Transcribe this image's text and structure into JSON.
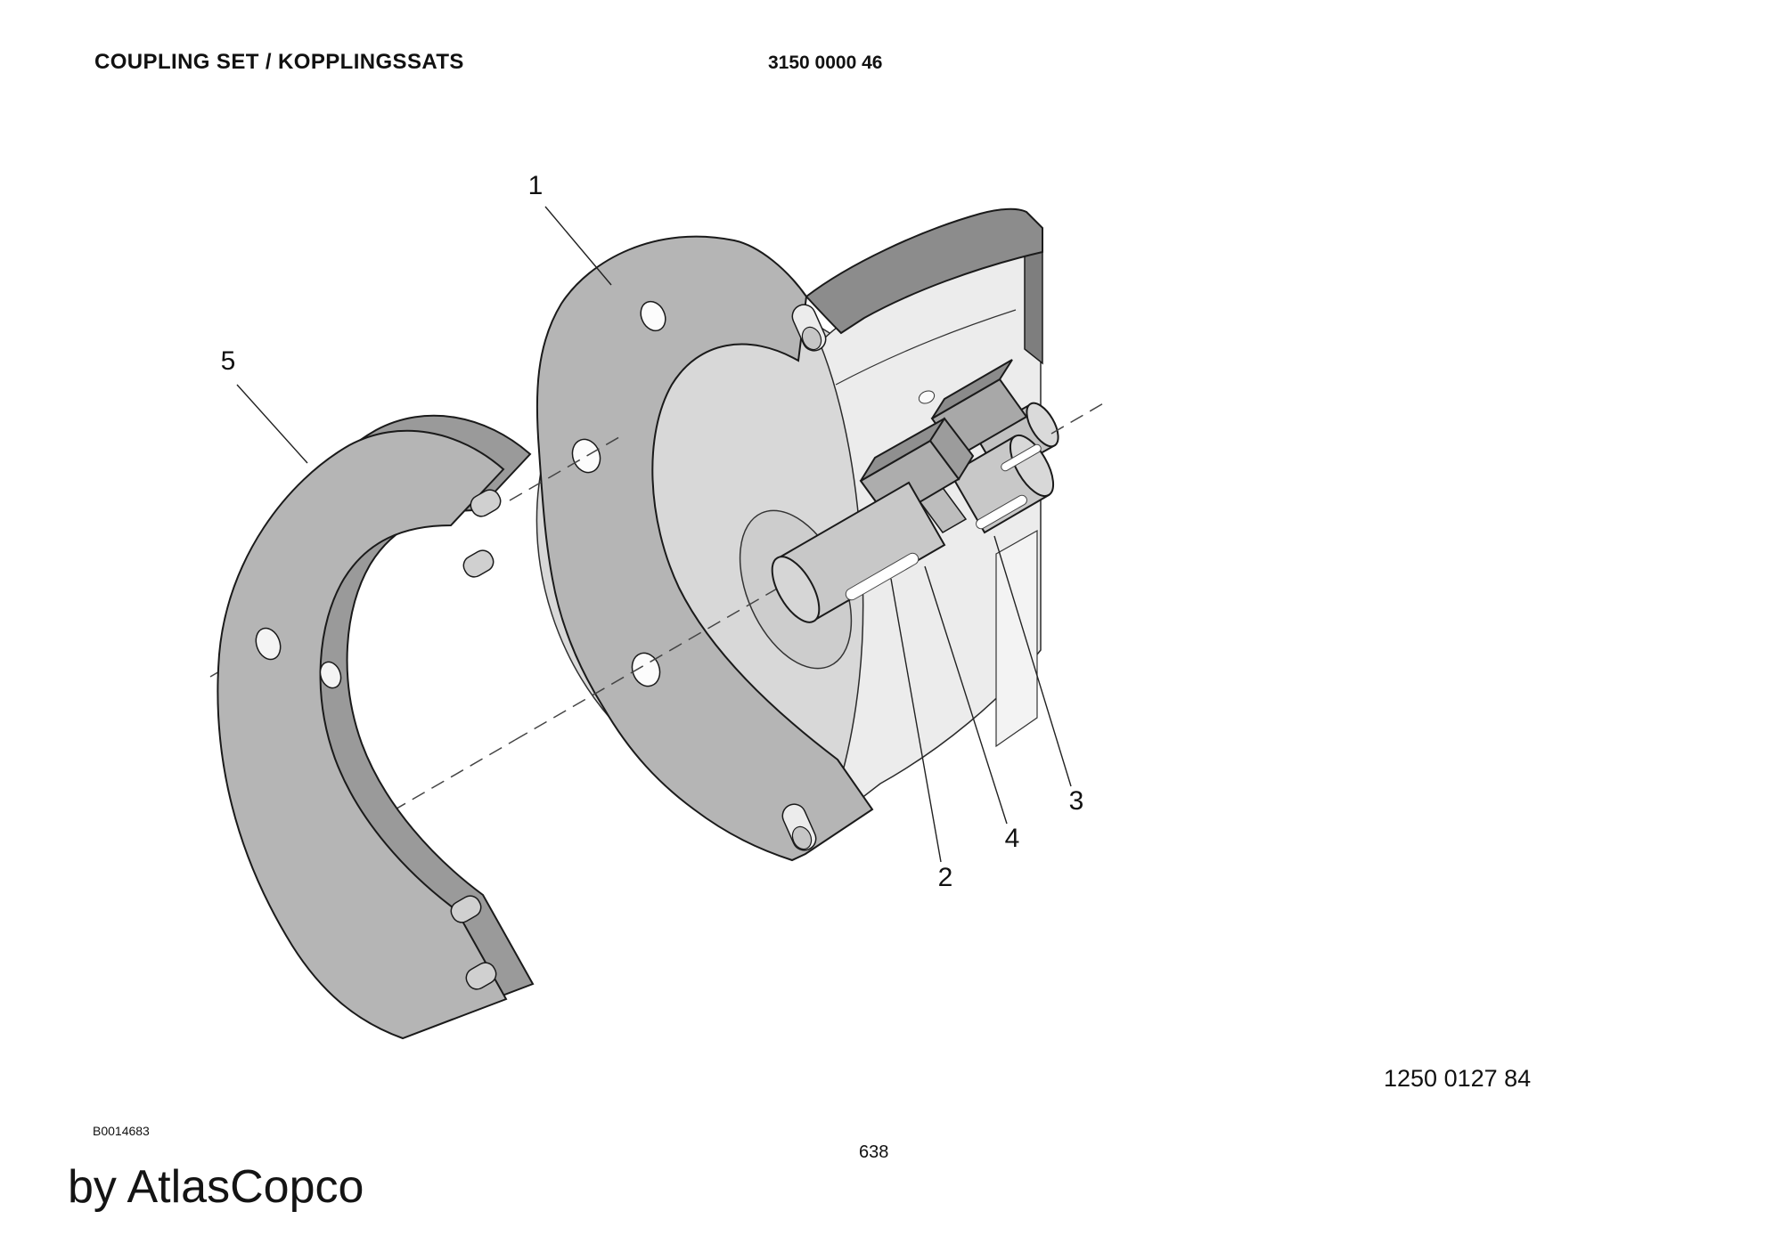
{
  "header": {
    "title": "COUPLING SET / KOPPLINGSSATS",
    "part_number": "3150 0000 46"
  },
  "diagram": {
    "callouts": [
      {
        "id": "1",
        "label": "1"
      },
      {
        "id": "2",
        "label": "2"
      },
      {
        "id": "3",
        "label": "3"
      },
      {
        "id": "4",
        "label": "4"
      },
      {
        "id": "5",
        "label": "5"
      }
    ]
  },
  "footer": {
    "drawing_number": "1250 0127 84",
    "document_ref": "B0014683",
    "page_number": "638",
    "brand_mark": "by AtlasCopco"
  },
  "colors": {
    "part_gray": "#b5b5b5",
    "part_back_gray": "#9a9a9a",
    "rim_section_dark": "#8c8c8c",
    "recessed_face": "#d8d8d8",
    "interior": "#ececec",
    "outline": "#1a1a1a",
    "background": "#ffffff"
  }
}
